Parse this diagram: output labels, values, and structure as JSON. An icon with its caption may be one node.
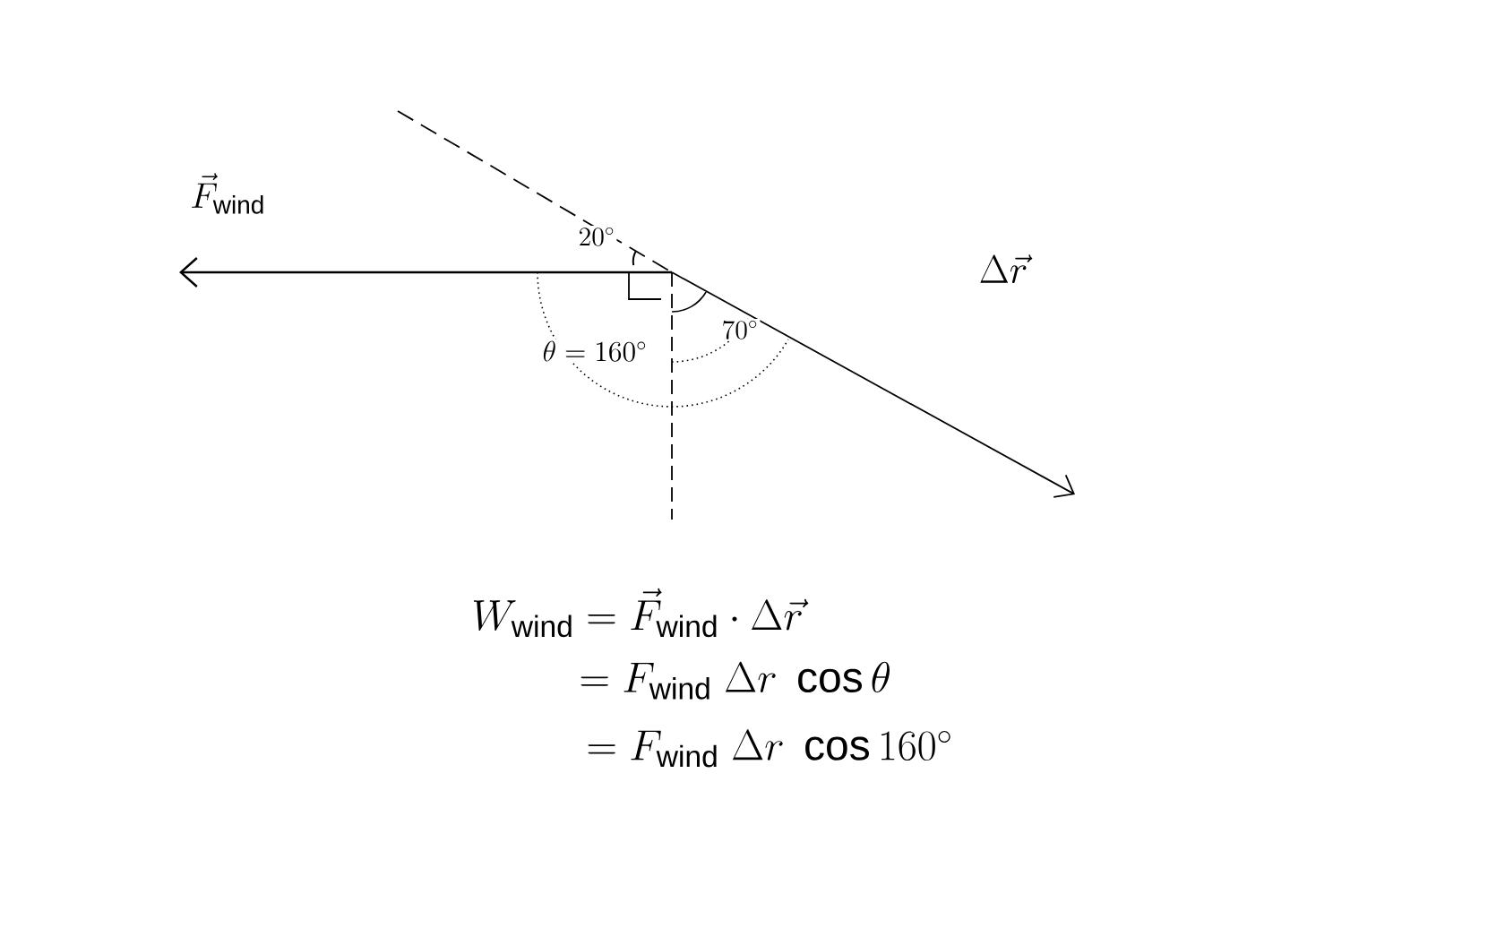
{
  "diagram": {
    "labels": [
      "\\vec{F}_{\\mathrm{wind}}",
      "20^{\\circ}",
      "\\Delta\\vec{r}",
      "\\theta = 160^{\\circ}",
      "70^{\\circ}",
      "W_{\\mathrm{wind}} = \\vec{F}_{\\mathrm{wind}} \\cdot \\Delta\\vec{r}",
      "= F_{\\mathrm{wind}}\\;\\Delta r\\;\\cos\\theta",
      "= F_{\\mathrm{wind}}\\;\\Delta r\\;\\cos 160^{\\circ}"
    ]
  }
}
